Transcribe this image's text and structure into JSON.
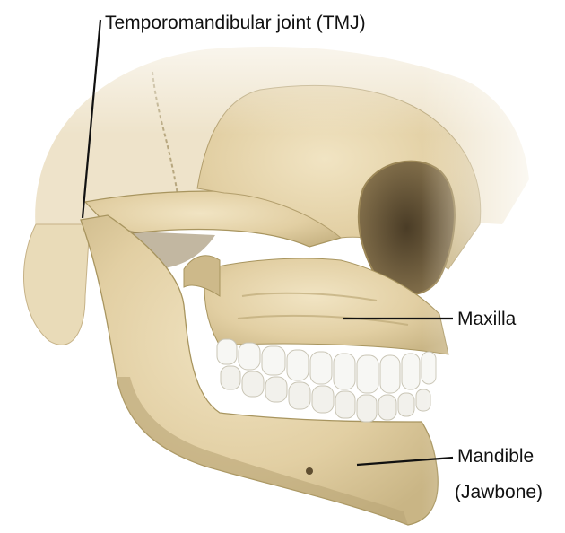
{
  "diagram": {
    "labels": {
      "tmj": "Temporomandibular joint (TMJ)",
      "maxilla": "Maxilla",
      "mandible_line1": "Mandible",
      "mandible_line2": "(Jawbone)"
    },
    "colors": {
      "bone": "#e4d3aa",
      "bone_shadow": "#b9a577",
      "bone_highlight": "#f3e8cc",
      "teeth": "#f7f7f4",
      "dark_cavity": "#6b5a3c",
      "leader_line": "#111111",
      "text": "#111111"
    }
  }
}
